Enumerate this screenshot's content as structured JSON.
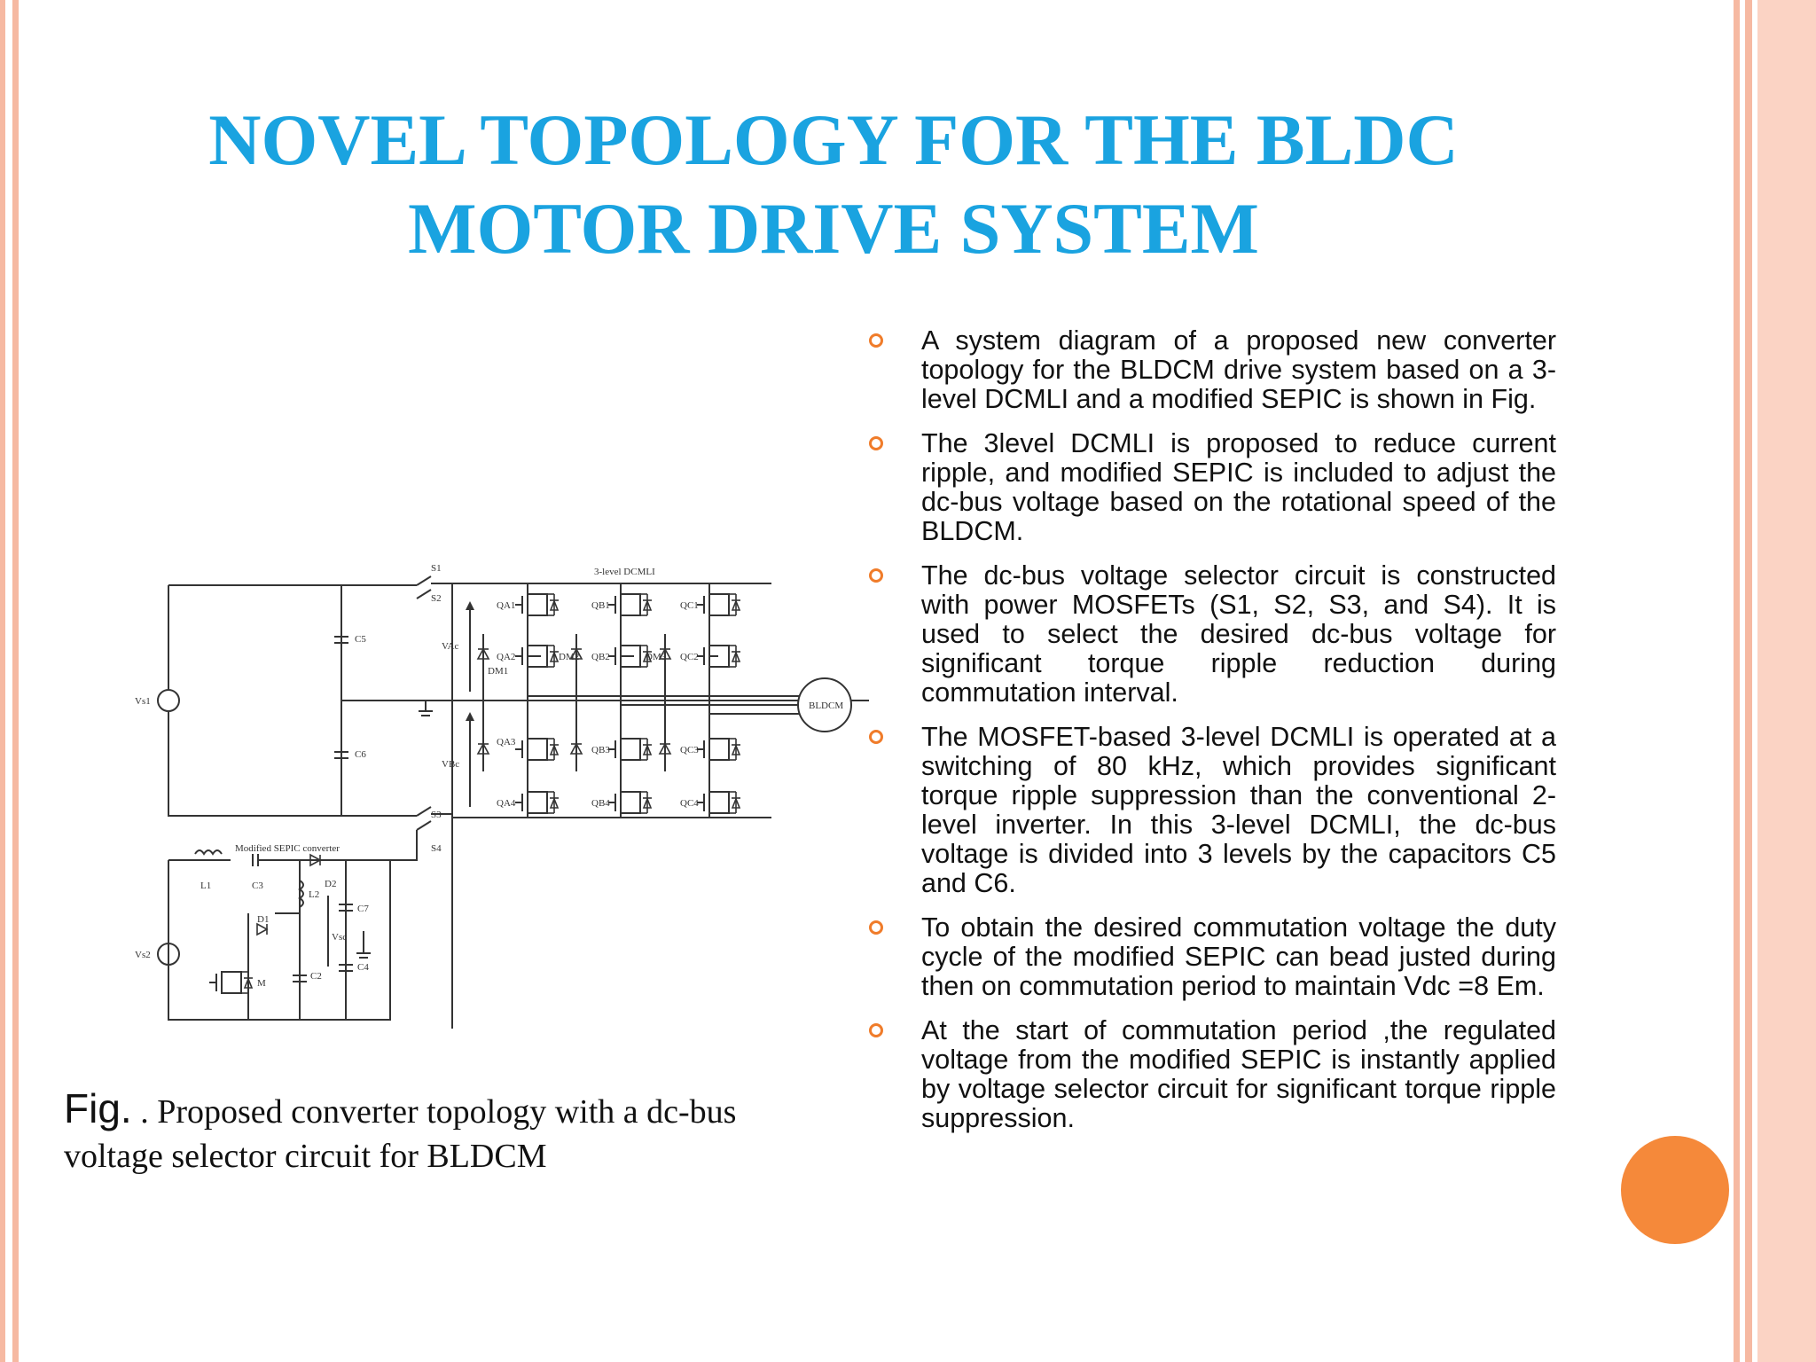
{
  "title_lines": [
    "NOVEL TOPOLOGY FOR THE BLDC",
    "MOTOR DRIVE SYSTEM"
  ],
  "bullets": [
    "A system diagram of a proposed new converter topology for the BLDCM drive system based on a 3-level DCMLI and a modified SEPIC is shown in Fig.",
    "The 3level DCMLI is proposed to reduce current ripple, and modified SEPIC is included to adjust the dc-bus voltage based on the rotational speed of the BLDCM.",
    "The dc-bus voltage selector circuit is constructed with power MOSFETs (S1, S2, S3, and S4). It is used to select the desired dc-bus voltage for significant torque ripple reduction during commutation interval.",
    " The MOSFET-based 3-level DCMLI is operated at a switching of 80 kHz, which provides significant torque ripple suppression than the conventional 2-level inverter. In this 3-level DCMLI, the dc-bus voltage is divided into 3 levels by the capacitors C5 and C6.",
    "To obtain the desired commutation voltage the duty cycle of the modified SEPIC can bead justed during then on commutation period to maintain Vdc =8 Em.",
    "At the start of commutation period ,the regulated voltage from the modified  SEPIC is instantly applied by voltage selector circuit for significant torque ripple suppression."
  ],
  "caption": {
    "fig_label": "Fig.",
    "text": " . Proposed converter topology with a dc-bus voltage selector circuit for BLDCM"
  },
  "diagram": {
    "dcmli_label": "3-level DCMLI",
    "sepic_label": "Modified SEPIC converter",
    "motor_label": "BLDCM",
    "source1": "Vs1",
    "source2": "Vs2",
    "vac_label": "VAc",
    "vbc_label": "VBc",
    "vsc_label": "Vsc",
    "switches": [
      "S1",
      "S2",
      "S3",
      "S4"
    ],
    "capacitors": [
      "C5",
      "C6",
      "C3",
      "C7",
      "C2",
      "C4"
    ],
    "inductors": [
      "L1",
      "L2"
    ],
    "diodes": [
      "D1",
      "D2",
      "DM1",
      "DM2",
      "DM3"
    ],
    "mosfet_m": "M",
    "upper_switches": [
      {
        "top": "QA1",
        "mid": "QA2"
      },
      {
        "top": "QB1",
        "mid": "QB2"
      },
      {
        "top": "QC1",
        "mid": "QC2"
      }
    ],
    "lower_switches": [
      {
        "mid": "QA3",
        "bot": "QA4"
      },
      {
        "mid": "QB3",
        "bot": "QB4"
      },
      {
        "mid": "QC3",
        "bot": "QC4"
      }
    ]
  },
  "colors": {
    "title": "#1aa3e0",
    "bullet_marker": "#f07c2a",
    "accent_dot": "#f5893a",
    "stripe": "#f6b9a2"
  }
}
